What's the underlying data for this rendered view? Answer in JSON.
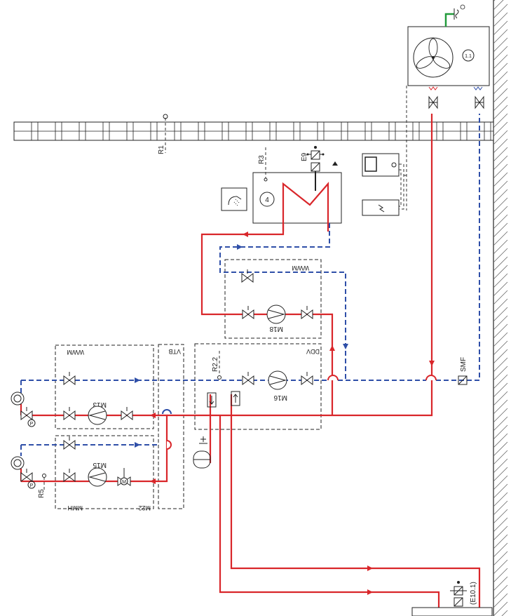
{
  "labels": {
    "r1": "R1",
    "r3": "R3",
    "e9": "E9",
    "r2_2": "R2.2",
    "r5": "R5",
    "smf": "SMF",
    "e10_1": "(E10.1)",
    "m13": "M13",
    "m15": "M15",
    "m16": "M16",
    "m18": "M18",
    "m22": "M22",
    "tank_num": "4",
    "hp_num": "1.1",
    "circuit_wwm_right": "WWM",
    "circuit_wwm_left": "WWM",
    "circuit_vtb": "VTB",
    "circuit_ddv": "DDV",
    "circuit_mmh": "MMH",
    "p_left1": "P",
    "p_left2": "P",
    "m_valve": "M"
  },
  "colors": {
    "supply": "#d9262a",
    "return": "#2f4fa8",
    "ground": "#239b3c"
  }
}
